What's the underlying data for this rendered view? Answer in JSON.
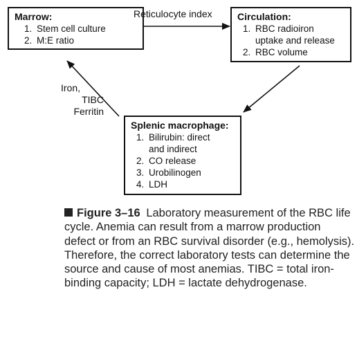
{
  "marrow": {
    "title": "Marrow:",
    "items": [
      {
        "num": "1.",
        "text": "Stem cell culture"
      },
      {
        "num": "2.",
        "text": "M:E ratio"
      }
    ]
  },
  "circulation": {
    "title": "Circulation:",
    "items": [
      {
        "num": "1.",
        "text": "RBC radioiron uptake and release"
      },
      {
        "num": "2.",
        "text": "RBC volume"
      }
    ]
  },
  "splenic": {
    "title": "Splenic macrophage:",
    "items": [
      {
        "num": "1.",
        "text": "Bilirubin: direct and indirect"
      },
      {
        "num": "2.",
        "text": "CO release"
      },
      {
        "num": "3.",
        "text": "Urobilinogen"
      },
      {
        "num": "4.",
        "text": "LDH"
      }
    ]
  },
  "edges": {
    "top": "Reticulocyte index",
    "left": [
      "Iron,",
      "TIBC",
      "Ferritin"
    ]
  },
  "caption": {
    "figure": "Figure 3–16",
    "text": "Laboratory measurement of the RBC life cycle. Anemia can result from a marrow production defect or from an RBC survival disorder (e.g., hemolysis). Therefore, the correct laboratory tests can determine the source and cause of most anemias. TIBC = total iron-binding capacity; LDH = lactate dehydrogenase."
  }
}
